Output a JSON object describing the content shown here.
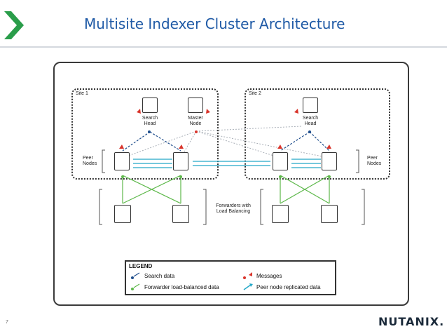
{
  "slide": {
    "title": "Multisite Indexer Cluster Architecture",
    "page_number": "7",
    "logo_text": "NUTANIX."
  },
  "diagram": {
    "site1_label": "Site 1",
    "site2_label": "Site 2",
    "search_head_left": "Search\nHead",
    "master_node": "Master\nNode",
    "search_head_right": "Search\nHead",
    "peer_nodes_left": "Peer\nNodes",
    "peer_nodes_right": "Peer\nNodes",
    "forwarders_label": "Forwarders with\nLoad Balancing"
  },
  "legend": {
    "title": "LEGEND",
    "items": [
      {
        "label": "Search data",
        "color": "#1f4e8c"
      },
      {
        "label": "Messages",
        "color": "#d9342b"
      },
      {
        "label": "Forwarder load-balanced data",
        "color": "#5db84a"
      },
      {
        "label": "Peer node replicated data",
        "color": "#23a8c8"
      }
    ]
  },
  "colors": {
    "title": "#1f5aa6",
    "chevron": "#2a9d4a",
    "search_data": "#1f4e8c",
    "messages": "#d9342b",
    "forwarder": "#5db84a",
    "replication": "#23a8c8"
  }
}
